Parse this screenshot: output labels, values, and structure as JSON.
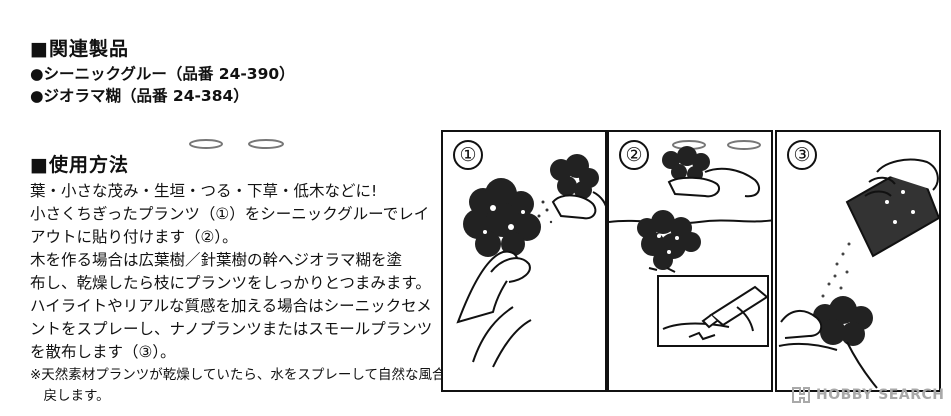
{
  "related": {
    "heading": "■関連製品",
    "items": [
      "●シーニックグルー（品番 24-390）",
      "●ジオラマ糊（品番 24-384）"
    ]
  },
  "usage": {
    "heading": "■使用方法",
    "lines": [
      "葉・小さな茂み・生垣・つる・下草・低木などに!",
      "小さくちぎったプランツ（①）をシーニックグルーでレイ",
      "アウトに貼り付けます（②）。",
      "木を作る場合は広葉樹／針葉樹の幹へジオラマ糊を塗",
      "布し、乾燥したら枝にプランツをしっかりとつまみます。",
      "ハイライトやリアルな質感を加える場合はシーニックセメ",
      "ントをスプレーし、ナノプランツまたはスモールプランツ",
      "を散布します（③）。"
    ],
    "note_lines": [
      "※天然素材プランツが乾燥していたら、水をスプレーして自然な風合いに",
      "　戻します。"
    ]
  },
  "illustrations": {
    "panel_numbers": [
      "①",
      "②",
      "③"
    ]
  },
  "watermark": {
    "text": "HOBBY SEARCH",
    "color": "#a9a9a9"
  }
}
